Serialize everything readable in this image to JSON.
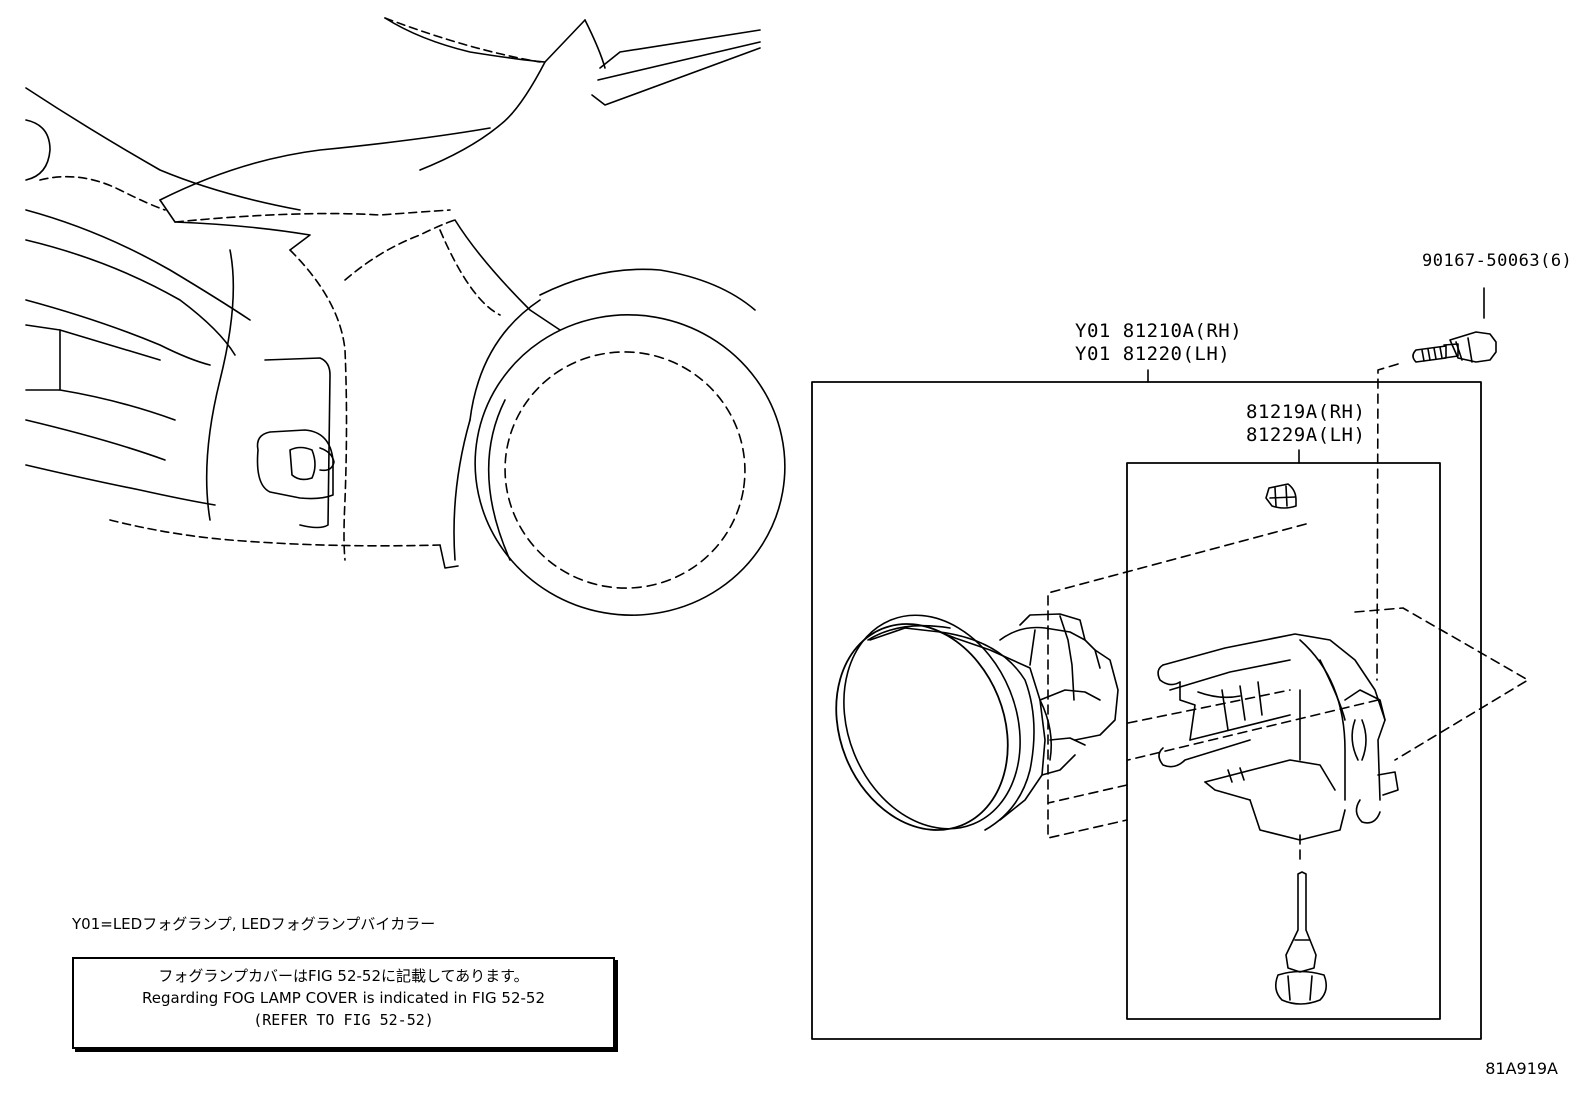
{
  "parts": {
    "lamp_assembly": {
      "rh": "Y01 81210A(RH)",
      "lh": "Y01 81220(LH)"
    },
    "bracket": {
      "rh": "81219A(RH)",
      "lh": "81229A(LH)"
    },
    "screw": "90167-50063(6)"
  },
  "legend": "Y01=LEDフォグランプ, LEDフォグランプバイカラー",
  "note": {
    "line1": "フォグランプカバーはFIG 52-52に記載してあります。",
    "line2": "Regarding FOG LAMP COVER is indicated in FIG 52-52",
    "line3": "(REFER TO FIG 52-52)"
  },
  "figure_code": "81A919A"
}
